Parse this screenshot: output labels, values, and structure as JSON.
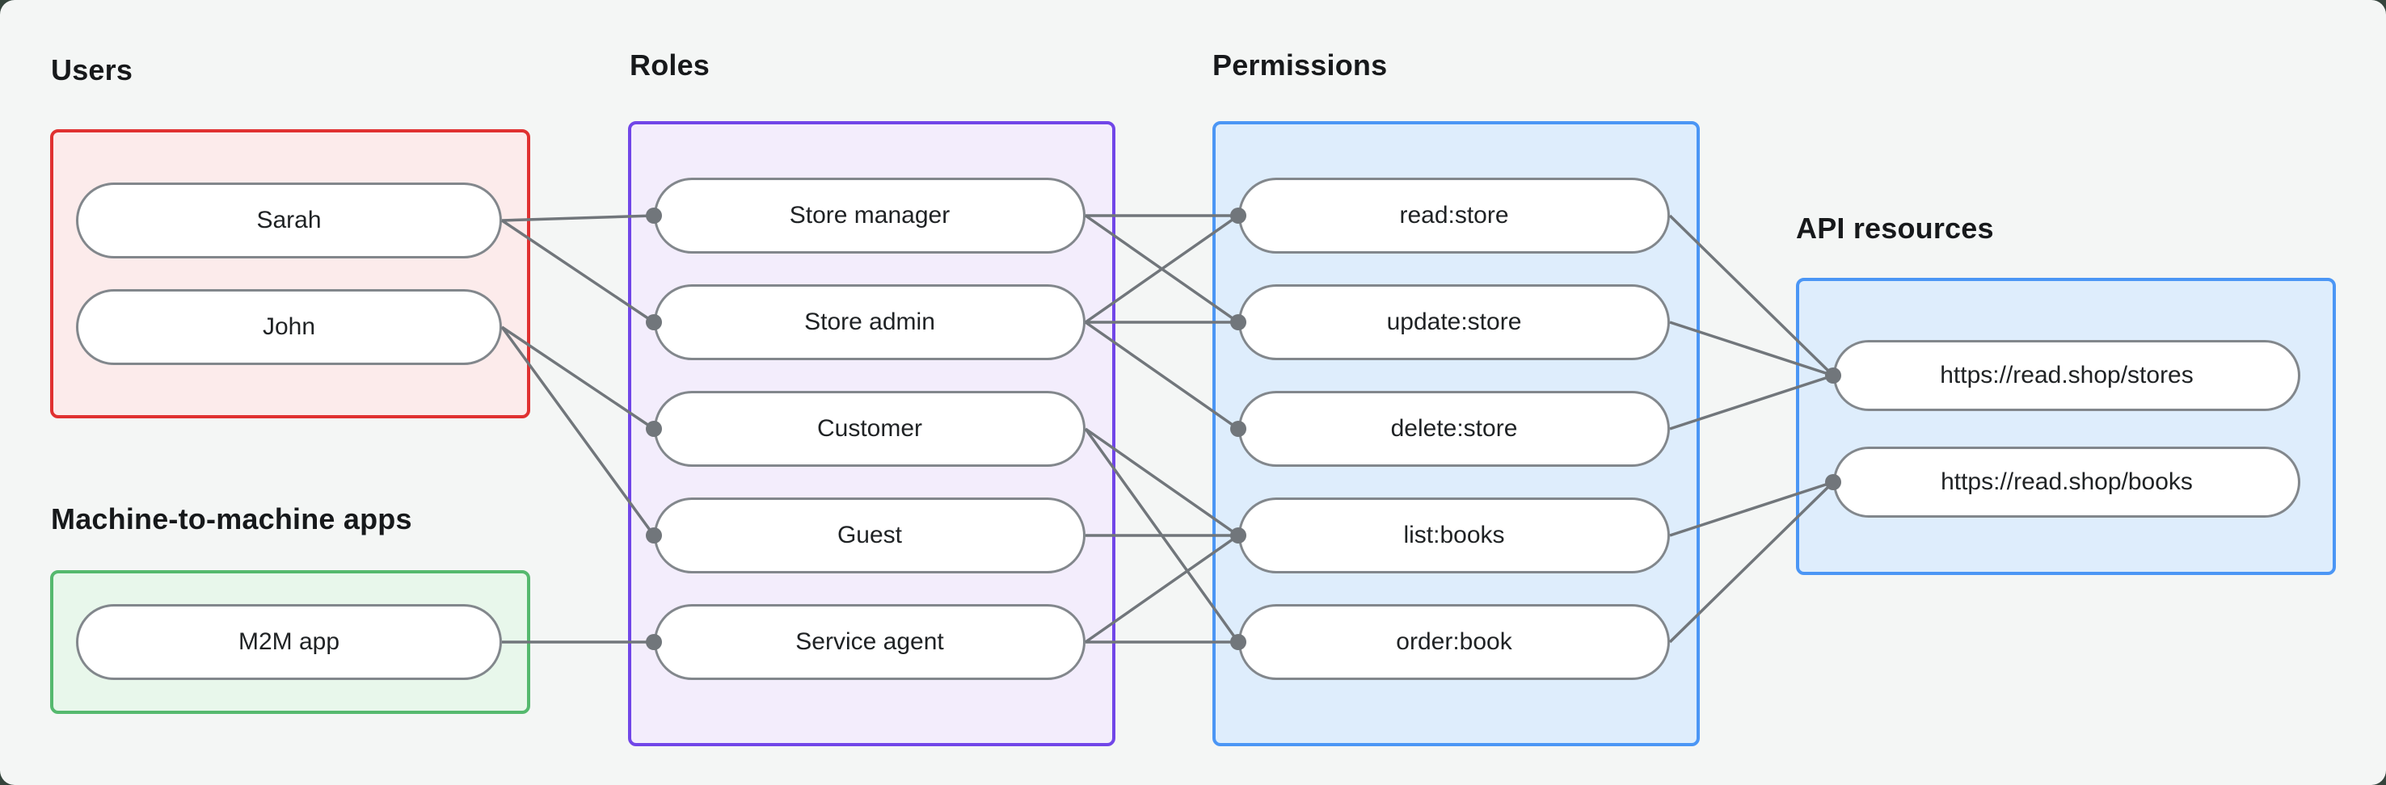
{
  "canvas": {
    "panel_bg": "#f4f6f5",
    "outside_bg": "#35443c",
    "edge_color": "#71767b",
    "node_border_color": "#82878c",
    "node_fill": "#ffffff",
    "text_color": "#1f2224"
  },
  "groups": {
    "users": {
      "title": "Users",
      "border": "#e03131",
      "fill": "#fcebeb",
      "nodes": [
        {
          "id": "sarah",
          "label": "Sarah"
        },
        {
          "id": "john",
          "label": "John"
        }
      ]
    },
    "m2m": {
      "title": "Machine-to-machine apps",
      "border": "#55b96e",
      "fill": "#e8f7eb",
      "nodes": [
        {
          "id": "m2m-app",
          "label": "M2M app"
        }
      ]
    },
    "roles": {
      "title": "Roles",
      "border": "#7146e8",
      "fill": "#f3edfc",
      "nodes": [
        {
          "id": "store-manager",
          "label": "Store manager"
        },
        {
          "id": "store-admin",
          "label": "Store admin"
        },
        {
          "id": "customer",
          "label": "Customer"
        },
        {
          "id": "guest",
          "label": "Guest"
        },
        {
          "id": "service-agent",
          "label": "Service agent"
        }
      ]
    },
    "permissions": {
      "title": "Permissions",
      "border": "#4b96f5",
      "fill": "#deedfc",
      "nodes": [
        {
          "id": "read-store",
          "label": "read:store"
        },
        {
          "id": "update-store",
          "label": "update:store"
        },
        {
          "id": "delete-store",
          "label": "delete:store"
        },
        {
          "id": "list-books",
          "label": "list:books"
        },
        {
          "id": "order-book",
          "label": "order:book"
        }
      ]
    },
    "api": {
      "title": "API resources",
      "border": "#4b96f5",
      "fill": "#deedfc",
      "nodes": [
        {
          "id": "stores",
          "label": "https://read.shop/stores"
        },
        {
          "id": "books",
          "label": "https://read.shop/books"
        }
      ]
    }
  },
  "edges": [
    [
      "sarah",
      "store-manager"
    ],
    [
      "sarah",
      "store-admin"
    ],
    [
      "john",
      "customer"
    ],
    [
      "john",
      "guest"
    ],
    [
      "m2m-app",
      "service-agent"
    ],
    [
      "store-manager",
      "read-store"
    ],
    [
      "store-manager",
      "update-store"
    ],
    [
      "store-admin",
      "read-store"
    ],
    [
      "store-admin",
      "update-store"
    ],
    [
      "store-admin",
      "delete-store"
    ],
    [
      "customer",
      "list-books"
    ],
    [
      "customer",
      "order-book"
    ],
    [
      "guest",
      "list-books"
    ],
    [
      "service-agent",
      "list-books"
    ],
    [
      "service-agent",
      "order-book"
    ],
    [
      "read-store",
      "stores"
    ],
    [
      "update-store",
      "stores"
    ],
    [
      "delete-store",
      "stores"
    ],
    [
      "list-books",
      "books"
    ],
    [
      "order-book",
      "books"
    ]
  ]
}
